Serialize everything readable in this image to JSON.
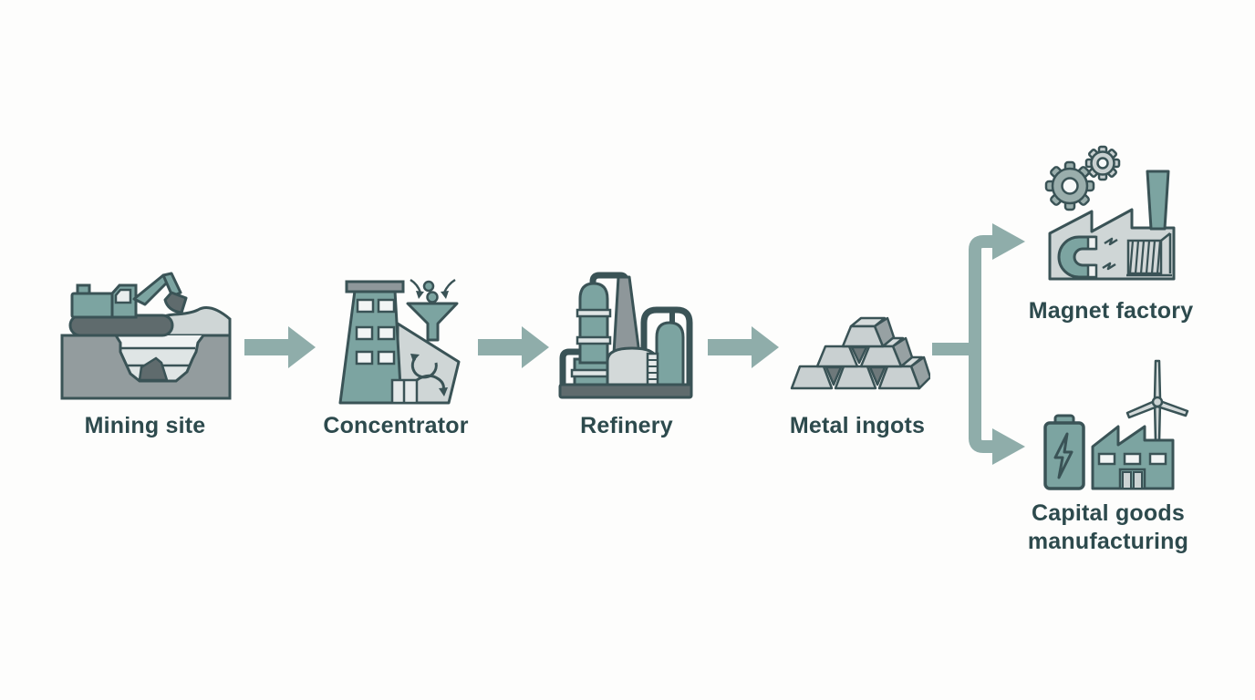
{
  "diagram": {
    "type": "process-flow",
    "colors": {
      "background": "#fdfdfc",
      "teal": "#7ca4a1",
      "arrow": "#8fadaa",
      "outline": "#3a5356",
      "label": "#2d4a4d",
      "light": "#cfd6d6",
      "mid_gray": "#939c9e",
      "dark_gray": "#5f6b6d",
      "chimney_gray": "#8e979a",
      "white": "#f4f7f7"
    },
    "nodes": [
      {
        "id": "mining-site",
        "label": "Mining site",
        "icon": "excavator-mining-pit-icon"
      },
      {
        "id": "concentrator",
        "label": "Concentrator",
        "icon": "factory-funnel-separation-icon"
      },
      {
        "id": "refinery",
        "label": "Refinery",
        "icon": "refinery-plant-icon"
      },
      {
        "id": "metal-ingots",
        "label": "Metal ingots",
        "icon": "ingot-stack-icon"
      },
      {
        "id": "magnet-factory",
        "label": "Magnet factory",
        "icon": "magnet-coil-factory-icon"
      },
      {
        "id": "capital-goods-manufacturing",
        "label": "Capital goods manufacturing",
        "label_lines": [
          "Capital goods",
          "manufacturing"
        ],
        "icon": "battery-turbine-factory-icon"
      }
    ],
    "connections": [
      {
        "from": "Mining site",
        "to": "Concentrator"
      },
      {
        "from": "Concentrator",
        "to": "Refinery"
      },
      {
        "from": "Refinery",
        "to": "Metal ingots"
      },
      {
        "from": "Metal ingots",
        "to": "Magnet factory"
      },
      {
        "from": "Metal ingots",
        "to": "Capital goods manufacturing"
      }
    ]
  }
}
